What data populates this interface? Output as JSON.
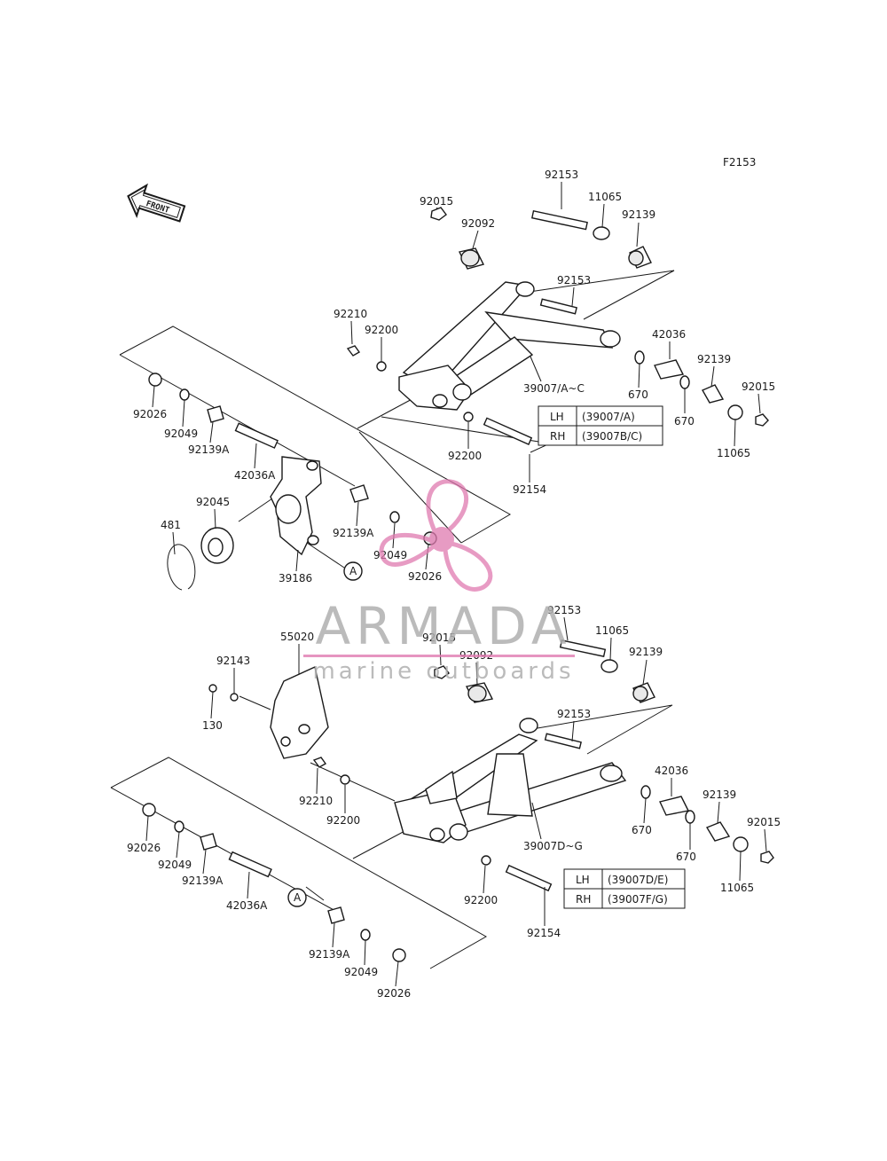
{
  "figure_code": "F2153",
  "front_label": "FRONT",
  "watermark": {
    "name": "ARMADA",
    "tagline": "marine outboards",
    "accent": "#e07ab0",
    "text_color": "#b0b0b0"
  },
  "upper": {
    "labels": [
      "92153",
      "11065",
      "92139",
      "92015",
      "92092",
      "92153",
      "92210",
      "92200",
      "42036",
      "92139",
      "92015",
      "670",
      "670",
      "39007/A~C",
      "11065",
      "92026",
      "92049",
      "92139A",
      "42036A",
      "92200",
      "92154",
      "92045",
      "481",
      "39186",
      "92139A",
      "92049",
      "92026"
    ],
    "table": {
      "rows": [
        {
          "side": "LH",
          "code": "(39007/A)"
        },
        {
          "side": "RH",
          "code": "(39007B/C)"
        }
      ]
    }
  },
  "lower": {
    "labels": [
      "92153",
      "11065",
      "55020",
      "92015",
      "92092",
      "92139",
      "92143",
      "130",
      "92153",
      "92210",
      "92200",
      "42036",
      "92139",
      "92015",
      "670",
      "670",
      "39007D~G",
      "11065",
      "92026",
      "92049",
      "92139A",
      "42036A",
      "92200",
      "92154",
      "92139A",
      "92049",
      "92026"
    ],
    "table": {
      "rows": [
        {
          "side": "LH",
          "code": "(39007D/E)"
        },
        {
          "side": "RH",
          "code": "(39007F/G)"
        }
      ]
    }
  },
  "refs": [
    "A",
    "A"
  ]
}
